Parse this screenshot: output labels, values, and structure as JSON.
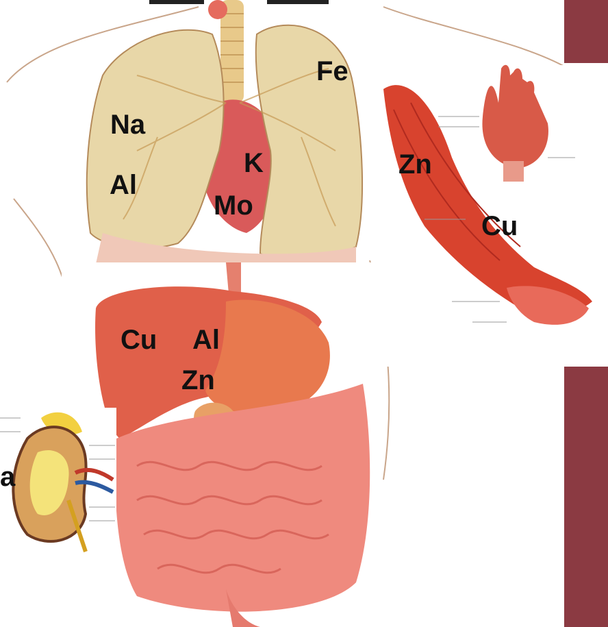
{
  "labels": {
    "lungs_fe": "Fe",
    "lungs_na": "Na",
    "lungs_k": "K",
    "lungs_al": "Al",
    "lungs_mo": "Mo",
    "arm_zn": "Zn",
    "arm_cu": "Cu",
    "liver_cu": "Cu",
    "liver_al": "Al",
    "liver_zn": "Zn",
    "kidney_partial": "a"
  },
  "colors": {
    "side_bar": "#8b3a42",
    "lung_fill": "#e8d7a8",
    "heart": "#d95a5a",
    "liver": "#e0604a",
    "intestine": "#ef8a7e",
    "muscle": "#d8432e",
    "kidney": "#d9a15c"
  },
  "icons": [
    "torso-outline",
    "lungs",
    "heart",
    "trachea",
    "liver",
    "stomach",
    "intestines",
    "arm-muscles",
    "hand-muscles",
    "kidney-section"
  ]
}
